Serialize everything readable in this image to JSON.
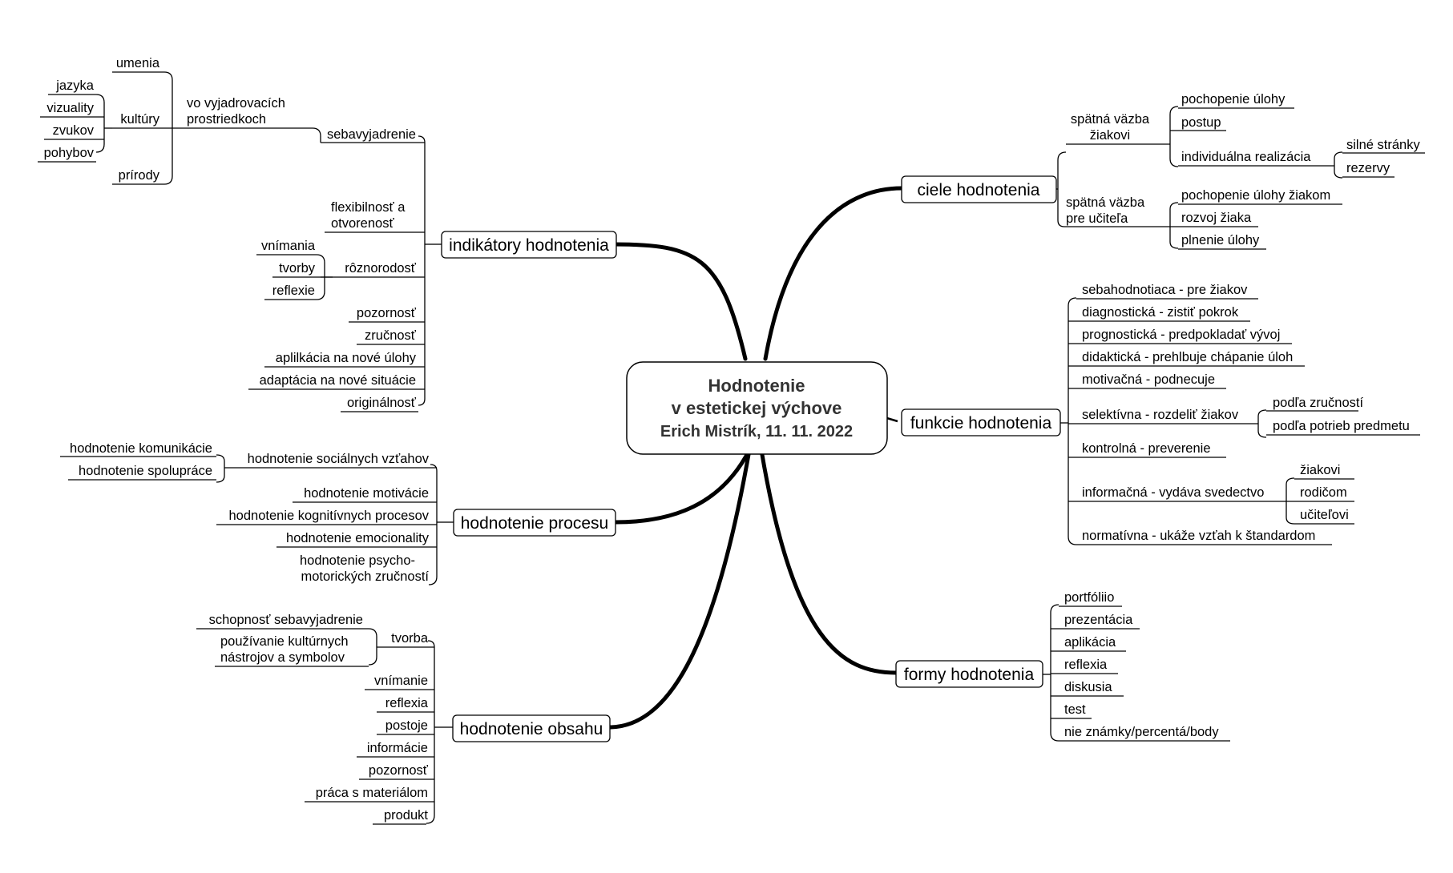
{
  "center": {
    "line1": "Hodnotenie",
    "line2": "v estetickej výchove",
    "line3": "Erich Mistrík, 11. 11. 2022"
  },
  "indikatory": {
    "title": "indikátory hodnotenia",
    "sebavyjadrenie": "sebavyjadrenie",
    "vo_vyj_1": "vo vyjadrovacích",
    "vo_vyj_2": "prostriedkoch",
    "umenia": "umenia",
    "kultury": "kultúry",
    "jazyka": "jazyka",
    "vizuality": "vizuality",
    "zvukov": "zvukov",
    "pohybov": "pohybov",
    "prirody": "prírody",
    "flex_1": "flexibilnosť a",
    "flex_2": "otvorenosť",
    "roznorodost": "rôznorodosť",
    "vnimania": "vnímania",
    "tvorby": "tvorby",
    "reflexie": "reflexie",
    "pozornost": "pozornosť",
    "zrucnost": "zručnosť",
    "aplikacia": "aplilkácia na nové úlohy",
    "adaptacia": "adaptácia na nové situácie",
    "originalnost": "originálnosť"
  },
  "proces": {
    "title": "hodnotenie procesu",
    "socialnych": "hodnotenie sociálnych vzťahov",
    "komunikacie": "hodnotenie komunikácie",
    "spoluprace": "hodnotenie spolupráce",
    "motivacie": "hodnotenie motivácie",
    "kognitivnych": "hodnotenie kognitívnych procesov",
    "emocionality": "hodnotenie emocionality",
    "psycho_1": "hodnotenie psycho-",
    "psycho_2": "motorických zručností"
  },
  "obsah": {
    "title": "hodnotenie obsahu",
    "tvorba": "tvorba",
    "schopnost": "schopnosť sebavyjadrenie",
    "pouzivanie_1": "používanie kultúrnych",
    "pouzivanie_2": "nástrojov a symbolov",
    "vnimanie": "vnímanie",
    "reflexia": "reflexia",
    "postoje": "postoje",
    "informacie": "informácie",
    "pozornost": "pozornosť",
    "praca": "práca s materiálom",
    "produkt": "produkt"
  },
  "ciele": {
    "title": "ciele hodnotenia",
    "vazba_ziak_1": "spätná väzba",
    "vazba_ziak_2": "žiakovi",
    "pochopenie": "pochopenie úlohy",
    "postup": "postup",
    "individualna": "individuálna realizácia",
    "silne": "silné stránky",
    "rezervy": "rezervy",
    "vazba_uc_1": "spätná väzba",
    "vazba_uc_2": "pre učiteľa",
    "pochopenie_ziakom": "pochopenie úlohy žiakom",
    "rozvoj": "rozvoj žiaka",
    "plnenie": "plnenie úlohy"
  },
  "funkcie": {
    "title": "funkcie hodnotenia",
    "sebahodnotiaca": "sebahodnotiaca - pre žiakov",
    "diagnosticka": "diagnostická - zistiť pokrok",
    "prognosticka": "prognostická - predpokladať vývoj",
    "didakticka": "didaktická - prehlbuje chápanie úloh",
    "motivacna": "motivačná - podnecuje",
    "selektivna": "selektívna - rozdeliť žiakov",
    "podla_zrucnosti": "podľa zručností",
    "podla_potrieb": "podľa potrieb predmetu",
    "kontrolna": "kontrolná - preverenie",
    "informacna": "informačná - vydáva svedectvo",
    "ziakovi": "žiakovi",
    "rodicom": "rodičom",
    "ucitelovi": "učiteľovi",
    "normativna": "normatívna - ukáže vzťah k štandardom"
  },
  "formy": {
    "title": "formy hodnotenia",
    "portfolio": "portfóliio",
    "prezentacia": "prezentácia",
    "aplikacia": "aplikácia",
    "reflexia": "reflexia",
    "diskusia": "diskusia",
    "test": "test",
    "nie_znamky": "nie známky/percentá/body"
  }
}
